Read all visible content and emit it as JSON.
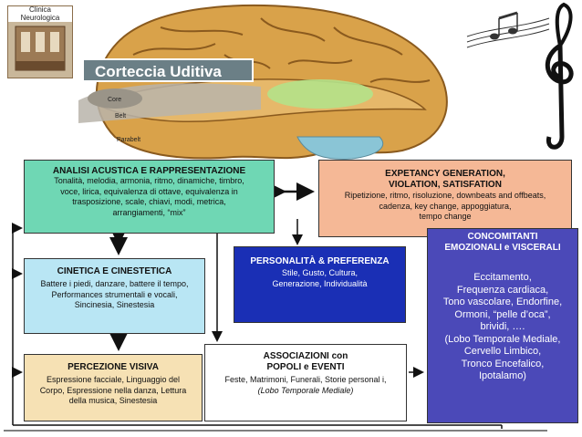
{
  "logo": {
    "text": "Clinica\nNeurologica"
  },
  "title": "Corteccia Uditiva",
  "brain_labels": {
    "core": "Core",
    "belt": "Belt",
    "parabelt": "Parabelt"
  },
  "boxes": {
    "analisi": {
      "title": "ANALISI ACUSTICA  E RAPPRESENTAZIONE",
      "body": "Tonalità, melodia, armonia, ritmo, dinamiche, timbro,\nvoce, lirica, equivalenza di ottave, equivalenza in\ntrasposizione, scale, chiavi, modi, metrica,\narrangiamenti, “mix”"
    },
    "expectancy": {
      "title": "EXPETANCY GENERATION,\nVIOLATION, SATISFATION",
      "body": "Ripetizione, ritmo, risoluzione, downbeats and offbeats,\ncadenza, key change, appoggiatura,\ntempo change"
    },
    "cinetica": {
      "title": "CINETICA  E CINESTETICA",
      "body": "Battere i piedi, danzare, battere il tempo,\nPerformances strumentali e vocali,\nSincinesia, Sinestesia"
    },
    "personalita": {
      "title": "PERSONALITÀ & PREFERENZA",
      "body": "Stile, Gusto, Cultura,\nGenerazione, Individualità"
    },
    "concomitanti": {
      "title": "CONCOMITANTI\nEMOZIONALI e VISCERALI",
      "body": "Eccitamento,\nFrequenza  cardiaca,\nTono vascolare,  Endorfine,\nOrmoni, “pelle d’oca”,\nbrividi,  ….\n(Lobo Temporale Mediale,\nCervello Limbico,\nTronco Encefalico,\nIpotalamo)"
    },
    "percezione": {
      "title": "PERCEZIONE VISIVA",
      "body": "Espressione facciale, Linguaggio del\nCorpo, Espressione nella danza, Lettura\ndella musica, Sinestesia"
    },
    "associazioni": {
      "title": "ASSOCIAZIONI con\nPOPOLI e EVENTI",
      "body": "Feste, Matrimoni, Funerali, Storie personal i,",
      "sub": "(Lobo Temporale Mediale)"
    }
  },
  "colors": {
    "analisi": "#6fd7b4",
    "expectancy": "#f5b896",
    "cinetica": "#b9e6f4",
    "personalita": "#1a2fb5",
    "concomitanti": "#4b49b8",
    "percezione": "#f6e1b4"
  }
}
